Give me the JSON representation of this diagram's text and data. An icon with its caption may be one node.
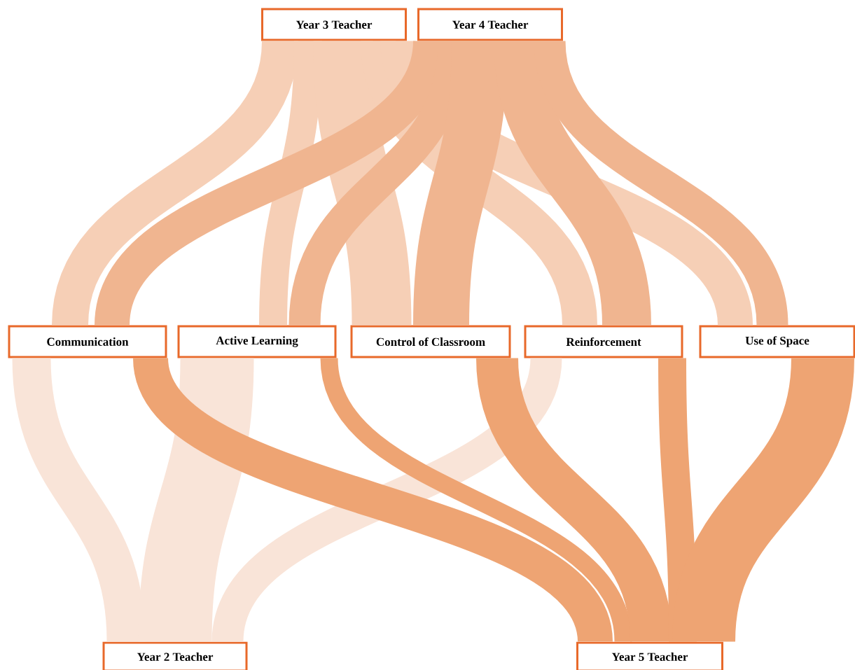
{
  "diagram": {
    "nodes": [
      {
        "text": [
          "Year 3 Teacher"
        ]
      },
      {
        "text": [
          "Year 4 Teacher"
        ]
      },
      {
        "text": [
          "Communication"
        ]
      },
      {
        "text": [
          "Active Learning"
        ]
      },
      {
        "text": [
          "Control of Classroom"
        ]
      },
      {
        "text": [
          "Reinforcement"
        ]
      },
      {
        "text": [
          "Use of Space"
        ]
      },
      {
        "text": [
          "Year 2 Teacher"
        ]
      },
      {
        "text": [
          "Year 5 Teacher"
        ]
      }
    ],
    "edges": [
      {
        "from": 0,
        "to": 2,
        "arrow": "none",
        "color": "#f6cfb6"
      },
      {
        "from": 0,
        "to": 3,
        "arrow": "none",
        "color": "#f6cfb6"
      },
      {
        "from": 0,
        "to": 4,
        "arrow": "none",
        "color": "#f6cfb6"
      },
      {
        "from": 0,
        "to": 5,
        "arrow": "none",
        "color": "#f6cfb6"
      },
      {
        "from": 0,
        "to": 6,
        "arrow": "none",
        "color": "#f6cfb6"
      },
      {
        "from": 1,
        "to": 2,
        "arrow": "none",
        "color": "#f0b590"
      },
      {
        "from": 1,
        "to": 3,
        "arrow": "none",
        "color": "#f0b590"
      },
      {
        "from": 1,
        "to": 4,
        "arrow": "none",
        "color": "#f0b590"
      },
      {
        "from": 1,
        "to": 5,
        "arrow": "none",
        "color": "#f0b590"
      },
      {
        "from": 1,
        "to": 6,
        "arrow": "none",
        "color": "#f0b590"
      },
      {
        "from": 2,
        "to": 7,
        "arrow": "none",
        "color": "#f9e4d8"
      },
      {
        "from": 3,
        "to": 7,
        "arrow": "none",
        "style": "thick",
        "color": "#f9e4d8"
      },
      {
        "from": 5,
        "to": 7,
        "arrow": "none",
        "color": "#f9e4d8"
      },
      {
        "from": 2,
        "to": 8,
        "arrow": "none",
        "color": "#eea473"
      },
      {
        "from": 3,
        "to": 8,
        "arrow": "none",
        "color": "#eea473"
      },
      {
        "from": 4,
        "to": 8,
        "arrow": "none",
        "color": "#eea473"
      },
      {
        "from": 5,
        "to": 8,
        "arrow": "none",
        "color": "#eea473"
      },
      {
        "from": 6,
        "to": 8,
        "arrow": "none",
        "style": "thick",
        "color": "#eea473"
      }
    ]
  }
}
